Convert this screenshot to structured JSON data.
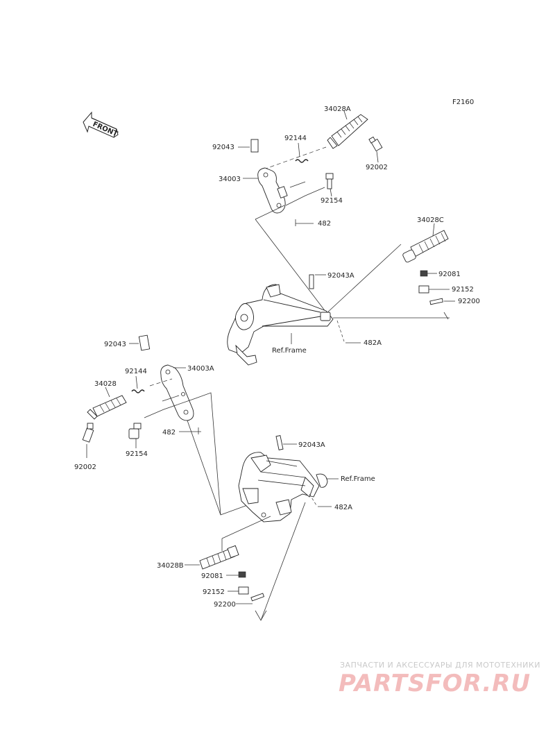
{
  "diagram": {
    "code": "F2160",
    "front_label": "FRONT",
    "callouts": {
      "c34028A": "34028A",
      "c92043_top": "92043",
      "c92144_top": "92144",
      "c92002_top": "92002",
      "c34003": "34003",
      "c92154_top": "92154",
      "c482_top": "482",
      "c34028C": "34028C",
      "c92043A_top": "92043A",
      "c92081_top": "92081",
      "c92152_top": "92152",
      "c92200_top": "92200",
      "c482A_top": "482A",
      "ref_frame_top": "Ref.Frame",
      "c92043_left": "92043",
      "c34003A": "34003A",
      "c92144_left": "92144",
      "c34028": "34028",
      "c482_left": "482",
      "c92002_left": "92002",
      "c92154_left": "92154",
      "c92043A_bottom": "92043A",
      "ref_frame_bottom": "Ref.Frame",
      "c482A_bottom": "482A",
      "c34028B": "34028B",
      "c92081_bottom": "92081",
      "c92152_bottom": "92152",
      "c92200_bottom": "92200"
    }
  },
  "watermark": {
    "tagline": "ЗАПЧАСТИ И АКСЕССУАРЫ ДЛЯ МОТОТЕХНИКИ",
    "brand": "PARTSFOR.RU"
  }
}
